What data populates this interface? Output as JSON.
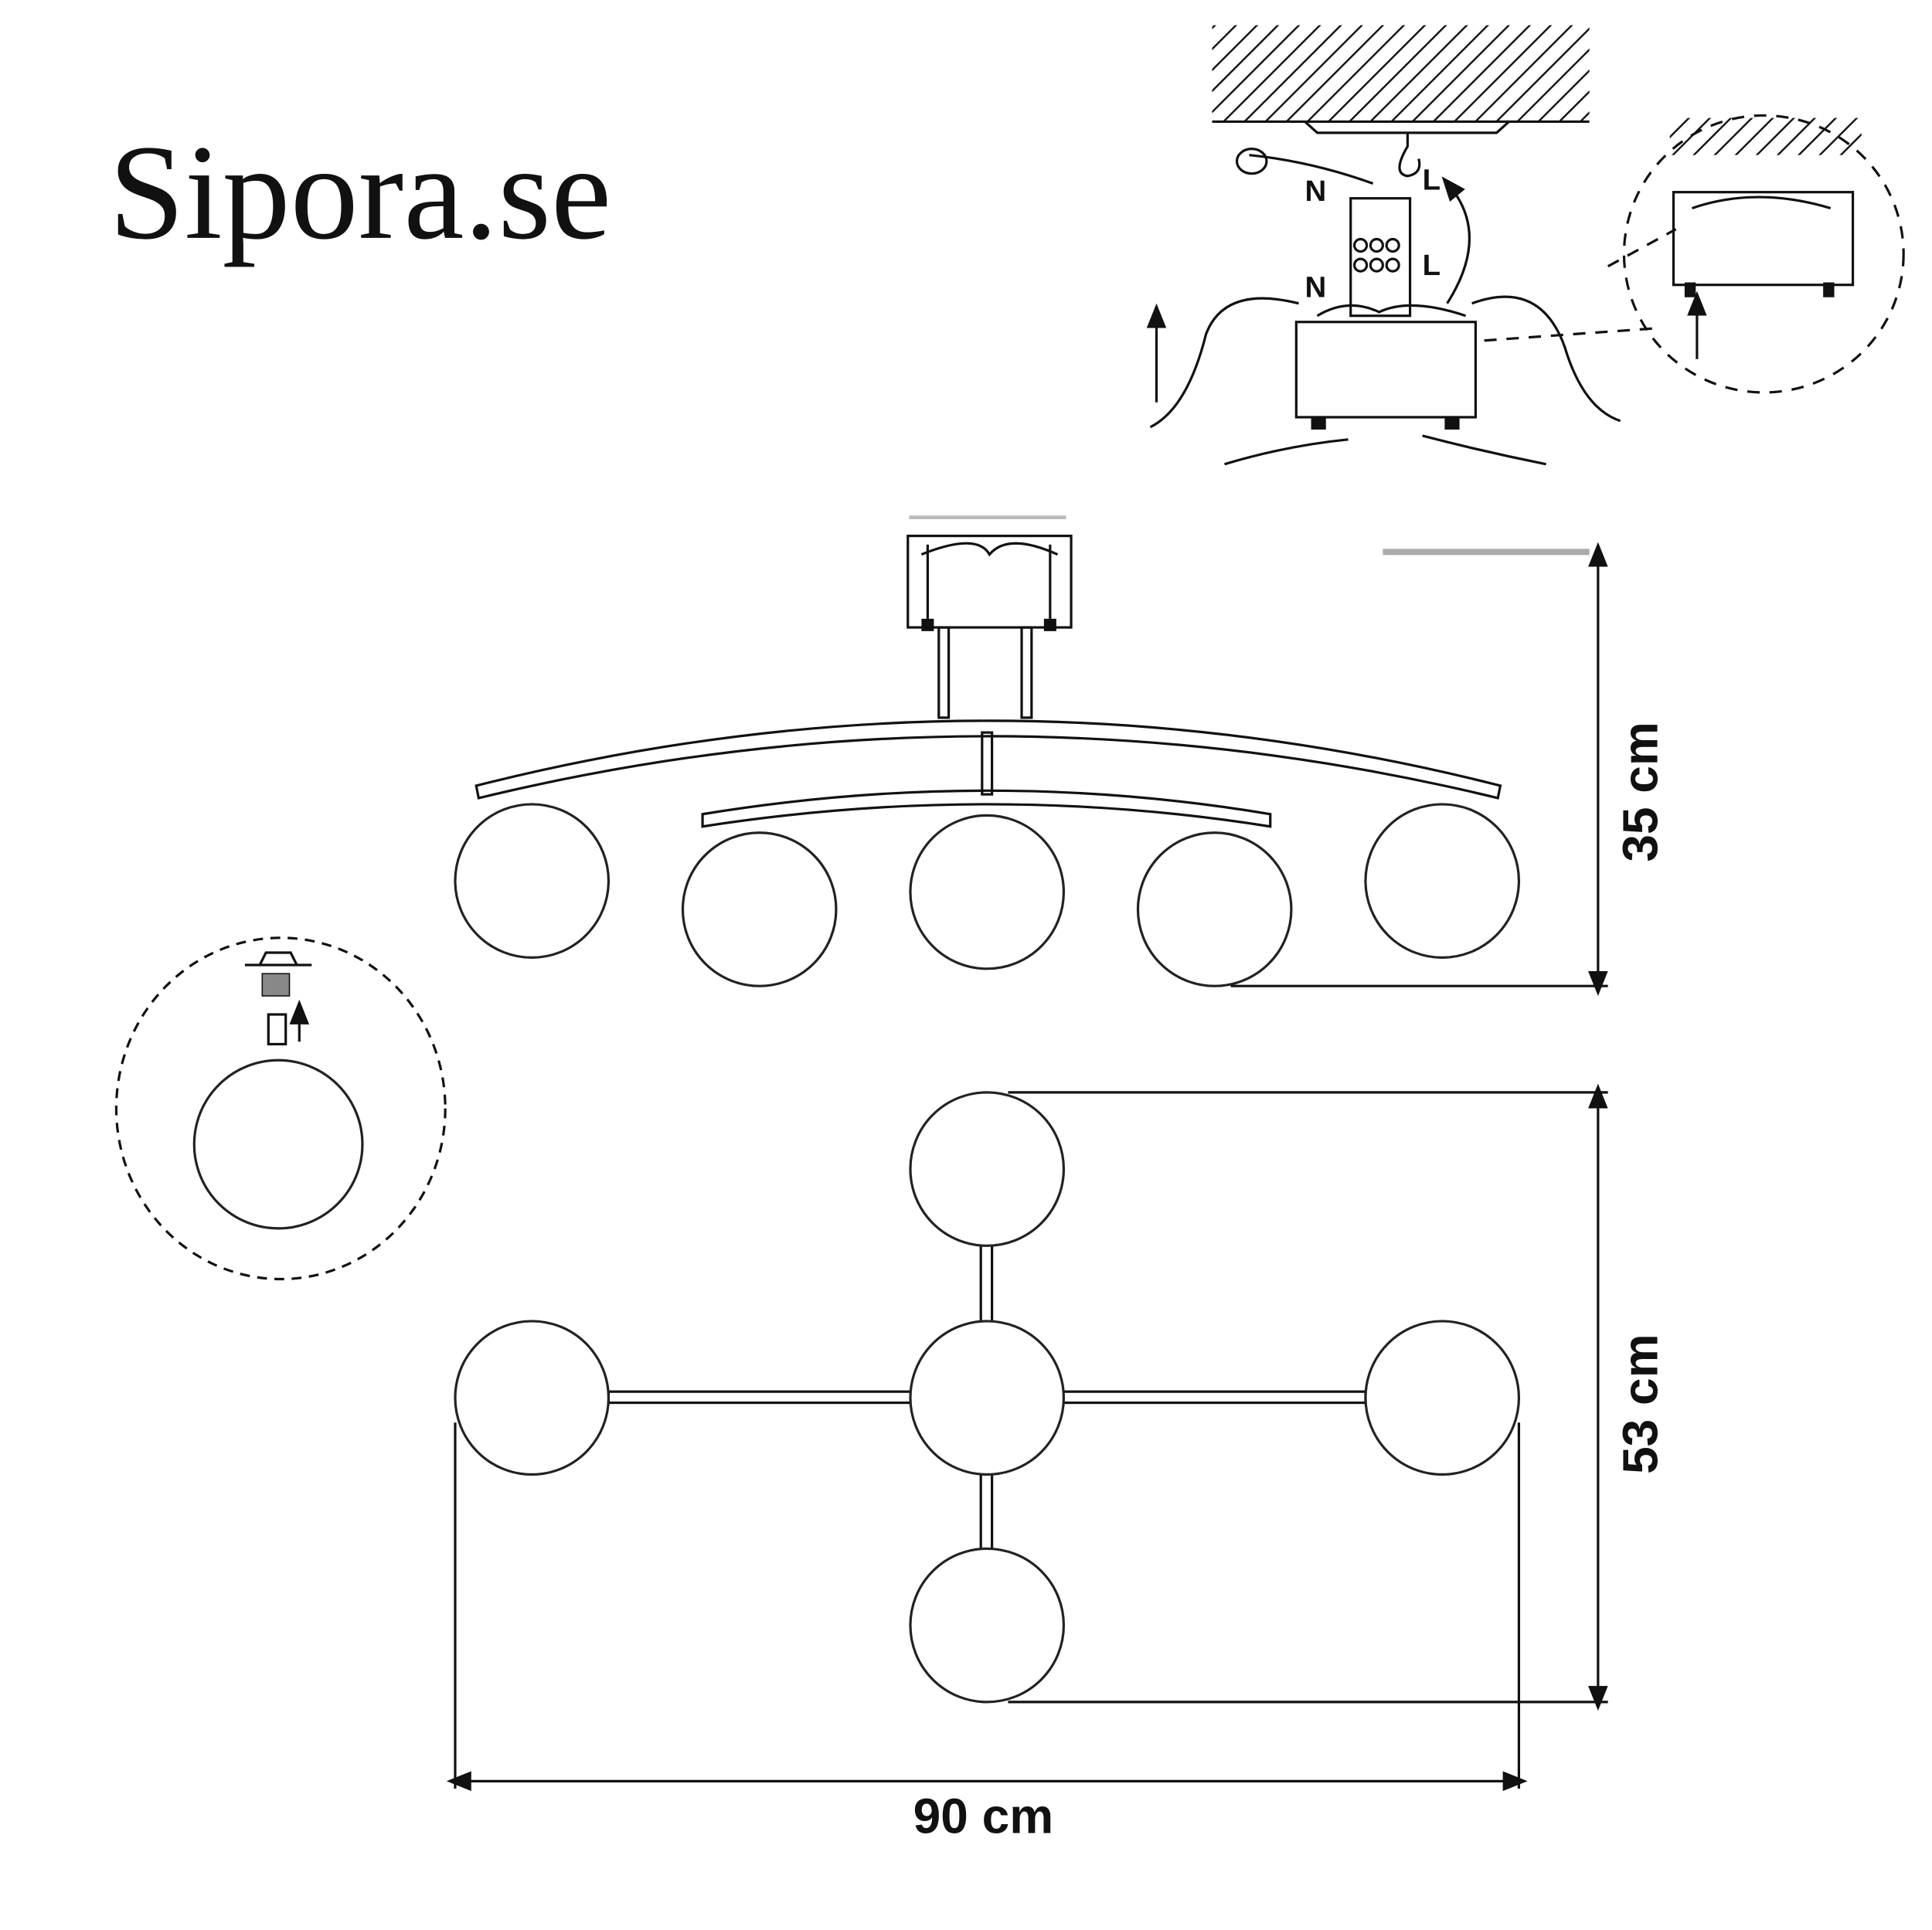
{
  "brand": "Sipora.se",
  "wiring": {
    "neutral_top": "N",
    "live_top": "L",
    "neutral_bottom": "N",
    "live_bottom": "L"
  },
  "dimensions": {
    "height": "35 cm",
    "depth": "53 cm",
    "width": "90 cm"
  }
}
